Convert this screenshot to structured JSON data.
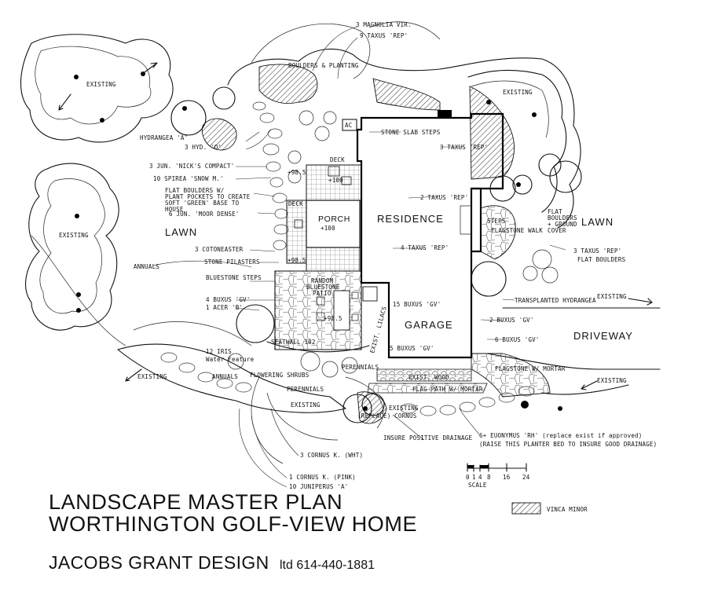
{
  "title": {
    "line1": "LANDSCAPE MASTER PLAN",
    "line2": "WORTHINGTON GOLF-VIEW HOME",
    "firm": "JACOBS GRANT DESIGN",
    "firm_suffix": "ltd 614-440-1881"
  },
  "areas": {
    "residence": "RESIDENCE",
    "garage": "GARAGE",
    "porch": "PORCH",
    "porch_elev": "+100",
    "lawn_left": "LAWN",
    "lawn_right": "LAWN",
    "driveway": "DRIVEWAY",
    "deck_top": "DECK",
    "deck_left": "DECK",
    "patio": "RANDOM BLUESTONE PATIO",
    "ac": "AC"
  },
  "labels": {
    "magnolia": "3 MAGNOLIA VIR.",
    "taxus_top": "9 TAXUS 'REP'",
    "boulders_top": "BOULDERS & PLANTING",
    "existing_tl": "EXISTING",
    "existing_tr": "EXISTING",
    "existing_left": "EXISTING",
    "hydrangea": "HYDRANGEA 'A'",
    "hyd_q": "3 HYD. 'Q'",
    "jun_nicks": "3 JUN. 'NICK'S COMPACT'",
    "spirea": "10 SPIREA 'SNOW M.'",
    "flat_boulders_note": "FLAT BOULDERS W/ PLANT POCKETS TO CREATE SOFT 'GREEN' BASE TO HOUSE",
    "jun_moor": "6 JUN. 'MOOR DENSE'",
    "cotoneaster": "3 COTONEASTER",
    "stone_pilasters": "STONE PILASTERS",
    "annuals_left": "ANNUALS",
    "bluestone_steps": "BLUESTONE STEPS",
    "buxus_left": "4 BUXUS 'GV'",
    "acer": "1 ACER 'B'",
    "stone_slab_steps": "STONE SLAB STEPS",
    "taxus_rep3": "3 TAXUS 'REP'",
    "taxus_rep2": "2 TAXUS 'REP'",
    "taxus_rep4": "4 TAXUS 'REP'",
    "buxus15": "15 BUXUS 'GV'",
    "buxus5": "5 BUXUS 'GV'",
    "steps_right": "STEPS",
    "flagstone_walk": "FLAGSTONE WALK",
    "flat_boulders_gc": "FLAT BOULDERS + GROUND COVER",
    "taxus_rep_right": "3 TAXUS 'REP'",
    "flat_boulders_r": "FLAT BOULDERS",
    "existing_right": "EXISTING",
    "transplanted": "TRANSPLANTED HYDRANGEA",
    "buxus2": "2 BUXUS 'GV'",
    "buxus6": "6 BUXUS 'GV'",
    "seatwall": "SEATWALL 102",
    "exist_lilacs": "EXIST. LILACS",
    "irises": "12 IRIS",
    "water_feature": "Water Feature",
    "annuals_low": "ANNUALS",
    "perennials1": "PERENNIALS",
    "perennials2": "PERENNIALS",
    "flowering_shrubs": "FLOWERING SHRUBS",
    "exist_wood": "EXIST. WOOD",
    "flag_path": "FLAG PATH W/ MORTAR",
    "flagstone_mortar": "FLAGSTONE W/ MORTAR",
    "existing_bl": "EXISTING",
    "existing_mid": "EXISTING",
    "existing_bot": "EXISTING",
    "existing_br": "EXISTING",
    "relocated_cornus": "(REPLACE) CORNUS",
    "insure_drainage": "INSURE POSITIVE DRAINAGE",
    "euonymus": "6+ EUONYMUS 'RH' (replace exist if approved)",
    "raise_bed": "(RAISE THIS PLANTER BED TO INSURE GOOD DRAINAGE)",
    "cornus_wht": "3 CORNUS K. (WHT)",
    "cornus_pink": "1 CORNUS K. (PINK)",
    "juniperus": "10 JUNIPERUS 'A'",
    "elev_deck": "+98.5",
    "elev_upper": "+100",
    "elev_mid": "+98.5",
    "elev_patio": "+98.5"
  },
  "scale": {
    "label": "SCALE",
    "ticks": [
      "0",
      "1",
      "4",
      "8",
      "16",
      "24"
    ]
  },
  "legend": {
    "vinca": "VINCA MINOR"
  }
}
